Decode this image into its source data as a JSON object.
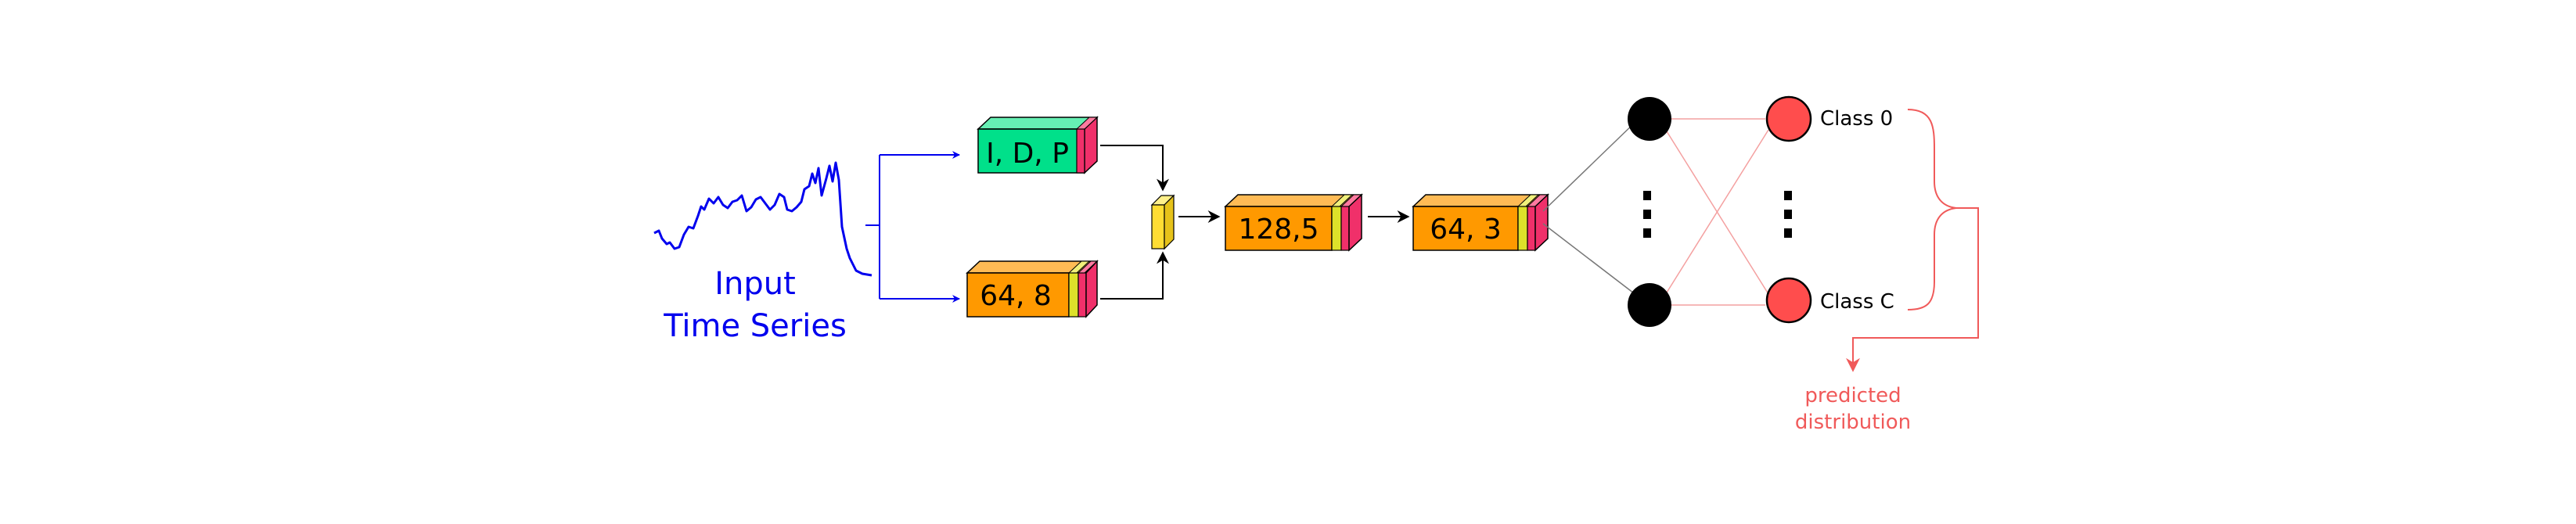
{
  "input": {
    "label_line1": "Input",
    "label_line2": "Time Series"
  },
  "blocks": {
    "idp": "I, D, P",
    "conv1": "64, 8",
    "conv2": "128,5",
    "conv3": "64, 3"
  },
  "output": {
    "class_first": "Class 0",
    "class_last": "Class C",
    "predicted_line1": "predicted",
    "predicted_line2": "distribution"
  },
  "colors": {
    "input_blue": "#0000ee",
    "idp_green": "#00e08a",
    "block_orange": "#ff9900",
    "bn_yellow": "#dde12a",
    "act_pink": "#f0306a",
    "merge_yellow": "#ffdd33",
    "hidden_black": "#000000",
    "output_red": "#ff4d4d",
    "line_red": "#f05a5a"
  }
}
